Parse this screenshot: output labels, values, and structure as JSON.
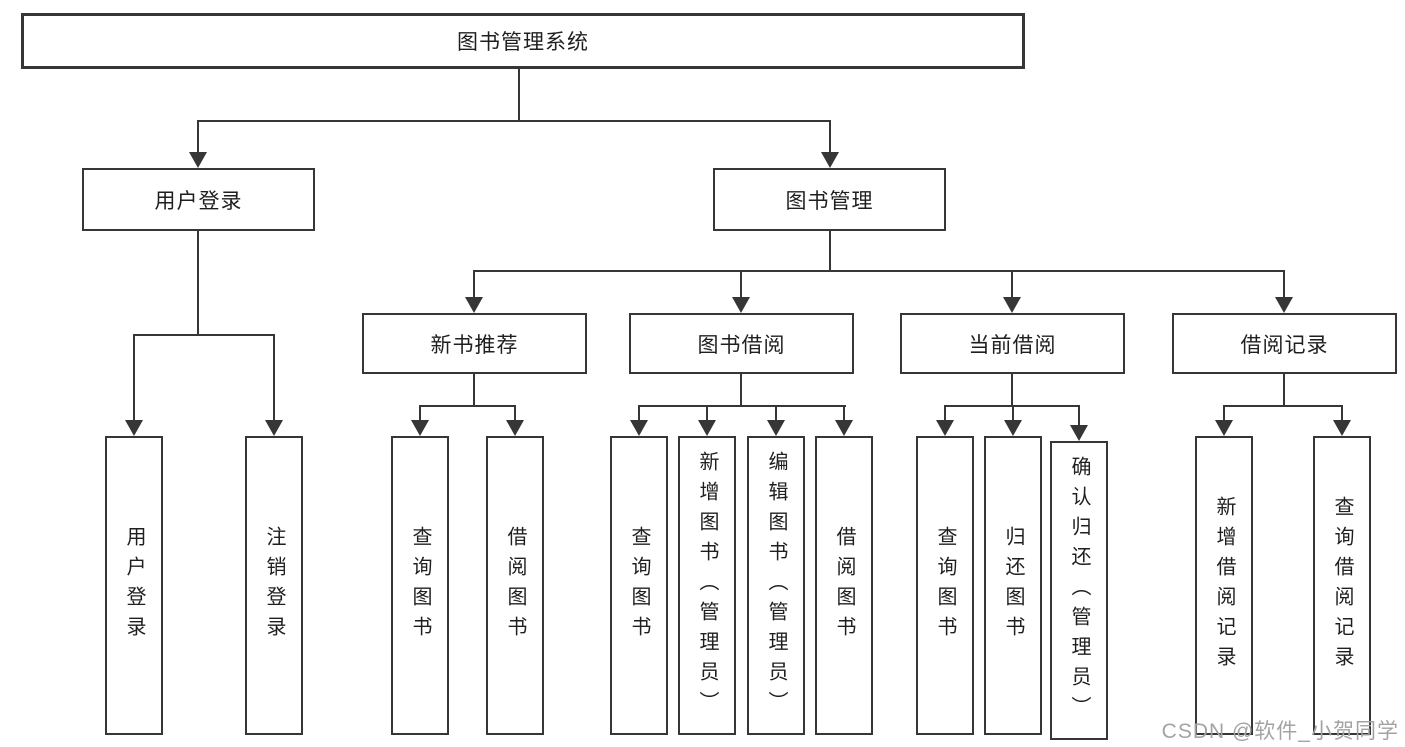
{
  "diagram": {
    "type": "hierarchy-flowchart",
    "line_color": "#363636",
    "text_color": "#1f1f1f",
    "background": "#ffffff",
    "root": {
      "label": "图书管理系统",
      "children": [
        {
          "label": "用户登录",
          "children": [
            {
              "label": "用户登录"
            },
            {
              "label": "注销登录"
            }
          ]
        },
        {
          "label": "图书管理",
          "children": [
            {
              "label": "新书推荐",
              "children": [
                {
                  "label": "查询图书"
                },
                {
                  "label": "借阅图书"
                }
              ]
            },
            {
              "label": "图书借阅",
              "children": [
                {
                  "label": "查询图书"
                },
                {
                  "label": "新增图书（管理员）"
                },
                {
                  "label": "编辑图书（管理员）"
                },
                {
                  "label": "借阅图书"
                }
              ]
            },
            {
              "label": "当前借阅",
              "children": [
                {
                  "label": "查询图书"
                },
                {
                  "label": "归还图书"
                },
                {
                  "label": "确认归还（管理员）"
                }
              ]
            },
            {
              "label": "借阅记录",
              "children": [
                {
                  "label": "新增借阅记录"
                },
                {
                  "label": "查询借阅记录"
                }
              ]
            }
          ]
        }
      ]
    }
  },
  "watermark": {
    "text": "CSDN @软件_小贺同学",
    "color": "#a3a3a3"
  }
}
